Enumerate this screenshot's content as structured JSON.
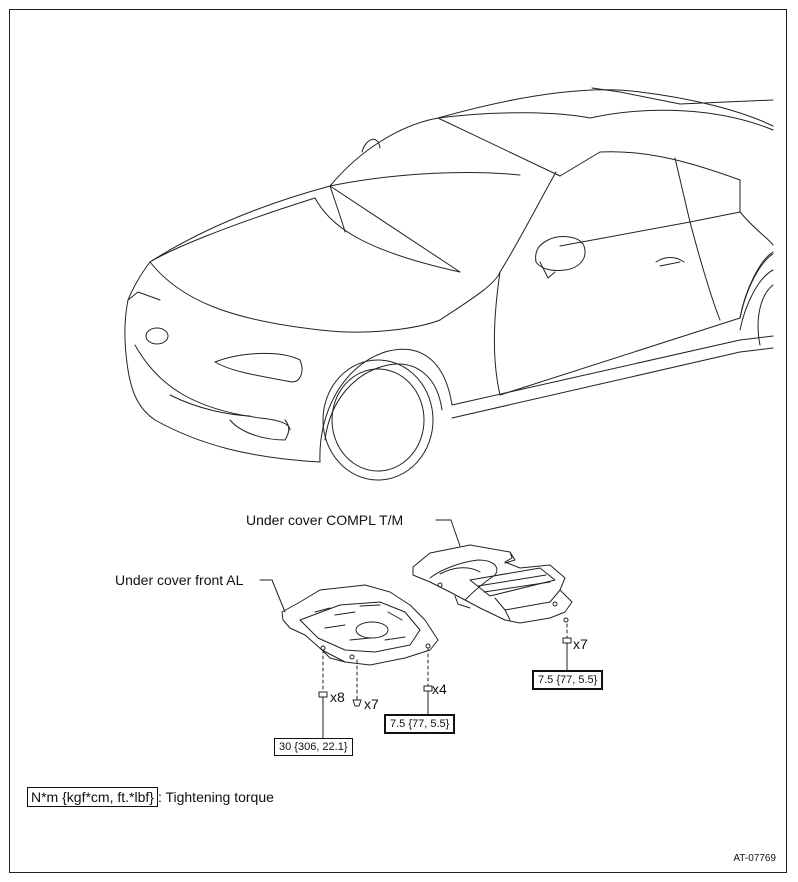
{
  "labels": {
    "under_cover_tm": "Under cover COMPL T/M",
    "under_cover_front": "Under cover front AL"
  },
  "fasteners": {
    "tm_bolts_qty": "x7",
    "front_bolts_qty": "x8",
    "front_clips_qty": "x7",
    "front_screws_qty": "x4"
  },
  "torques": {
    "tm": "7.5 {77, 5.5}",
    "front_bolts": "30 {306, 22.1}",
    "front_screws": "7.5 {77, 5.5}"
  },
  "legend": {
    "unit": "N*m {kgf*cm, ft.*lbf}",
    "text": ": Tightening torque"
  },
  "figure_code": "AT-07769"
}
